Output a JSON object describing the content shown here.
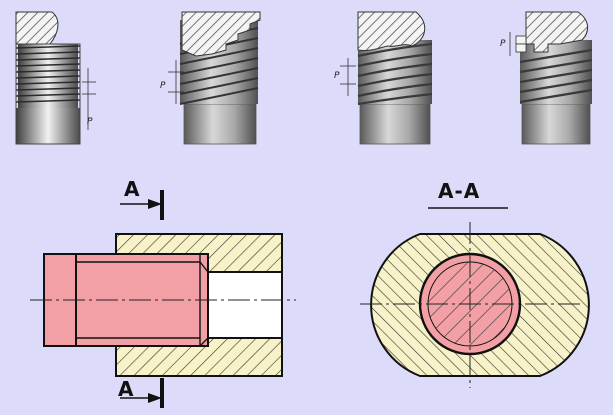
{
  "threads": {
    "pitch_symbol": "P",
    "items": [
      {
        "type": "triangular"
      },
      {
        "type": "trapezoidal"
      },
      {
        "type": "round"
      },
      {
        "type": "square"
      }
    ]
  },
  "section": {
    "marker_letter": "A",
    "title": "A-A"
  },
  "colors": {
    "background": "#dcdcfa",
    "bolt_fill": "#f2a0a6",
    "nut_fill": "#f7f2c8",
    "hatch": "#555555",
    "metal_light": "#e8e8e8",
    "metal_dark": "#555555"
  }
}
